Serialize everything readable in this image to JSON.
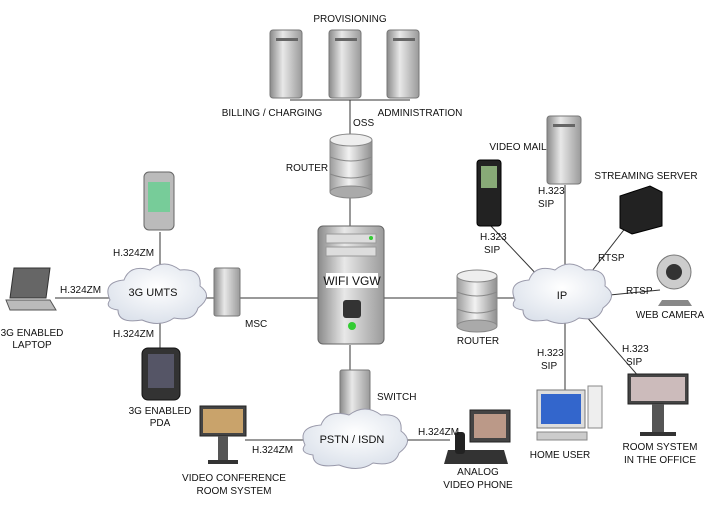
{
  "labels": {
    "provisioning": "PROVISIONING",
    "billing": "BILLING / CHARGING",
    "administration": "ADMINISTRATION",
    "oss": "OSS",
    "router_top": "ROUTER",
    "wifi_vgw": "WIFI VGW",
    "msc": "MSC",
    "umts_cloud": "3G UMTS",
    "h324_phone": "H.324ZM",
    "h324_laptop": "H.324ZM",
    "laptop_1": "3G ENABLED",
    "laptop_2": "LAPTOP",
    "h324_pda": "H.324ZM",
    "pda_1": "3G ENABLED",
    "pda_2": "PDA",
    "h324_vc": "H.324ZM",
    "vc_1": "VIDEO CONFERENCE",
    "vc_2": "ROOM SYSTEM",
    "switch": "SWITCH",
    "pstn_cloud": "PSTN / ISDN",
    "h324_analog": "H.324ZM",
    "analog_1": "ANALOG",
    "analog_2": "VIDEO PHONE",
    "router_right": "ROUTER",
    "ip_cloud": "IP",
    "video_mail": "VIDEO MAIL",
    "h323_mail_1": "H.323",
    "h323_mail_2": "SIP",
    "h323_phone_1": "H.323",
    "h323_phone_2": "SIP",
    "streaming": "STREAMING SERVER",
    "rtsp_stream": "RTSP",
    "rtsp_cam": "RTSP",
    "web_camera": "WEB CAMERA",
    "h323_home_1": "H.323",
    "h323_home_2": "SIP",
    "home_user": "HOME USER",
    "h323_room_1": "H.323",
    "h323_room_2": "SIP",
    "room_1": "ROOM SYSTEM",
    "room_2": "IN THE OFFICE"
  }
}
